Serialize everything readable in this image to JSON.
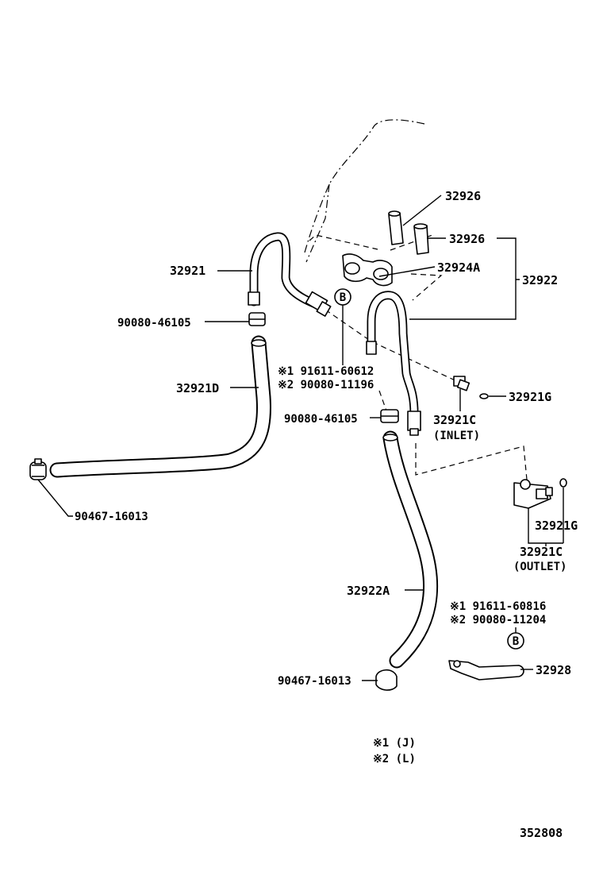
{
  "labels": {
    "p32926_top": "32926",
    "p32926_mid": "32926",
    "p32924A": "32924A",
    "p32921": "32921",
    "p32922": "32922",
    "clamp_upper": "90080-46105",
    "note_b_line1": "※1 91611-60612",
    "note_b_line2": "※2 90080-11196",
    "p32921D": "32921D",
    "clamp_mid": "90080-46105",
    "p32921G_upper": "32921G",
    "p32921C_inlet": "32921C",
    "inlet_text": "(INLET)",
    "p90467_left": "90467-16013",
    "p32921G_lower": "32921G",
    "p32921C_outlet": "32921C",
    "outlet_text": "(OUTLET)",
    "p32922A": "32922A",
    "note_bolt_line1": "※1 91611-60816",
    "note_bolt_line2": "※2 90080-11204",
    "p32928": "32928",
    "p90467_bottom": "90467-16013",
    "marker_b": "B"
  },
  "legend": {
    "line1": "※1 (J)",
    "line2": "※2 (L)"
  },
  "diagram_number": "352808",
  "icons": [
    "circled-b-icon",
    "hose-clamp-icon",
    "bracket-icon",
    "union-fitting-icon"
  ]
}
